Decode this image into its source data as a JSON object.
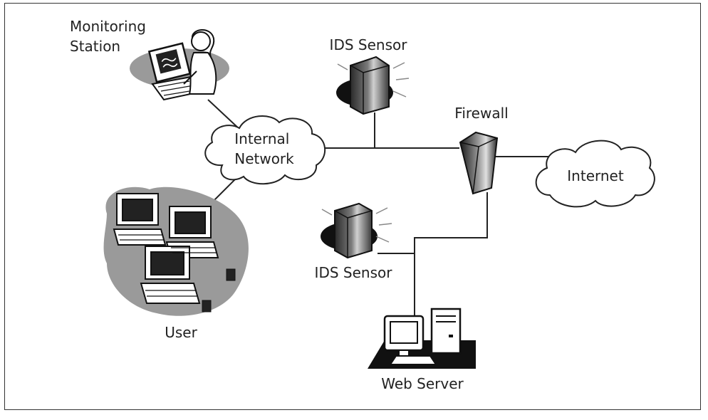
{
  "labels": {
    "monitoring_station": [
      "Monitoring",
      "Station"
    ],
    "internal_network": [
      "Internal",
      "Network"
    ],
    "ids_sensor_top": "IDS Sensor",
    "firewall": "Firewall",
    "internet": "Internet",
    "ids_sensor_bottom": "IDS Sensor",
    "user": "User",
    "web_server": "Web Server"
  },
  "icons": {
    "monitoring_station": "person-at-computer-icon",
    "ids_sensor": "server-tower-icon",
    "firewall": "firewall-tower-icon",
    "user": "workstation-cluster-icon",
    "web_server": "desktop-computer-icon",
    "cloud": "cloud-icon"
  },
  "colors": {
    "line": "#222222",
    "cloud_fill": "#ffffff",
    "shadow": "#9a9a9a"
  }
}
